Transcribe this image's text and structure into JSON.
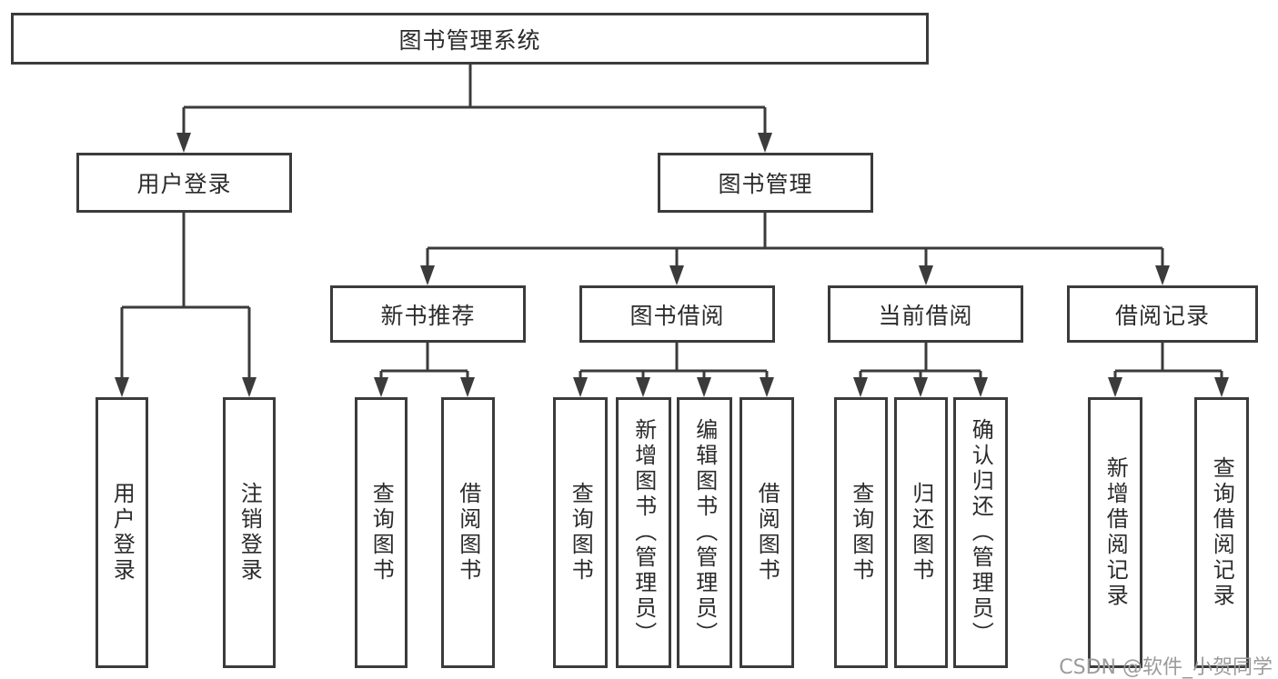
{
  "diagram": {
    "root": {
      "label": "图书管理系统"
    },
    "level2": [
      {
        "id": "user-login",
        "label": "用户登录",
        "children": [
          {
            "label": "用户登录"
          },
          {
            "label": "注销登录"
          }
        ]
      },
      {
        "id": "book-management",
        "label": "图书管理"
      }
    ],
    "level3": [
      {
        "id": "new-book-recommend",
        "label": "新书推荐",
        "children": [
          {
            "label": "查询图书"
          },
          {
            "label": "借阅图书"
          }
        ]
      },
      {
        "id": "book-borrow",
        "label": "图书借阅",
        "children": [
          {
            "label": "查询图书"
          },
          {
            "label": "新增图书（管理员）"
          },
          {
            "label": "编辑图书（管理员）"
          },
          {
            "label": "借阅图书"
          }
        ]
      },
      {
        "id": "current-borrow",
        "label": "当前借阅",
        "children": [
          {
            "label": "查询图书"
          },
          {
            "label": "归还图书"
          },
          {
            "label": "确认归还（管理员）"
          }
        ]
      },
      {
        "id": "borrow-record",
        "label": "借阅记录",
        "children": [
          {
            "label": "新增借阅记录"
          },
          {
            "label": "查询借阅记录"
          }
        ]
      }
    ]
  },
  "watermark": {
    "text": "CSDN @软件_小贺同学"
  },
  "colors": {
    "line": "#3b3b3b",
    "box_border": "#3b3b3b",
    "text": "#2b2b2b",
    "watermark": "#9b9b9b",
    "background": "#ffffff"
  }
}
